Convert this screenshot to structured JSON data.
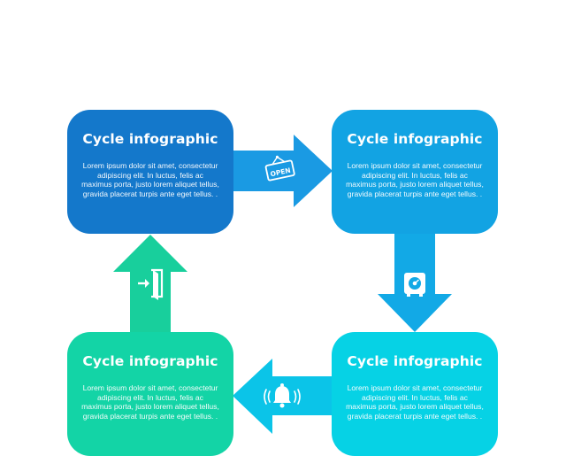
{
  "colors": {
    "step1": "#1478cb",
    "step2": "#12a3e3",
    "step3": "#06d2e5",
    "step4": "#13d4a6",
    "arrow1": "#1a9ae3",
    "arrow2": "#12a9e6",
    "arrow3": "#0bc4e8",
    "arrow4": "#18cf9c"
  },
  "steps": [
    {
      "title": "Cycle infographic",
      "body": "Lorem ipsum dolor sit amet, consectetur adipiscing elit. In luctus, felis ac maximus porta, justo lorem aliquet tellus, gravida placerat turpis ante eget tellus. ."
    },
    {
      "title": "Cycle infographic",
      "body": "Lorem ipsum dolor sit amet, consectetur adipiscing elit. In luctus, felis ac maximus porta, justo lorem aliquet tellus, gravida placerat turpis ante eget tellus. ."
    },
    {
      "title": "Cycle infographic",
      "body": "Lorem ipsum dolor sit amet, consectetur adipiscing elit. In luctus, felis ac maximus porta, justo lorem aliquet tellus, gravida placerat turpis ante eget tellus. ."
    },
    {
      "title": "Cycle infographic",
      "body": "Lorem ipsum dolor sit amet, consectetur adipiscing elit. In luctus, felis ac maximus porta, justo lorem aliquet tellus, gravida placerat turpis ante eget tellus. ."
    }
  ],
  "icons": {
    "right_arrow": "open-sign-icon",
    "down_arrow": "safe-icon",
    "left_arrow": "bell-icon",
    "up_arrow": "exit-door-icon"
  },
  "sign_text": "OPEN"
}
